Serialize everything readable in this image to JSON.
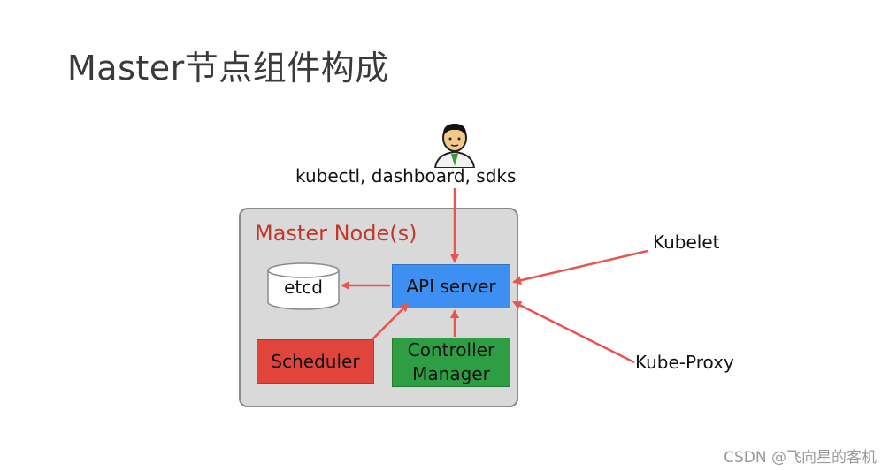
{
  "title": "Master节点组件构成",
  "client": {
    "label": "kubectl, dashboard, sdks",
    "icon": "user-icon"
  },
  "master": {
    "label": "Master Node(s)",
    "components": {
      "etcd": "etcd",
      "api_server": "API server",
      "scheduler": "Scheduler",
      "controller_manager_line1": "Controller",
      "controller_manager_line2": "Manager"
    }
  },
  "external": {
    "kubelet": "Kubelet",
    "kube_proxy": "Kube-Proxy"
  },
  "watermark": "CSDN @飞向星的客机",
  "colors": {
    "api_server": "#3d8ff2",
    "scheduler": "#e0443a",
    "controller_manager": "#2e9e44",
    "arrow": "#e8544e",
    "master_label": "#c0392b",
    "master_box": "#d9d9d9"
  }
}
